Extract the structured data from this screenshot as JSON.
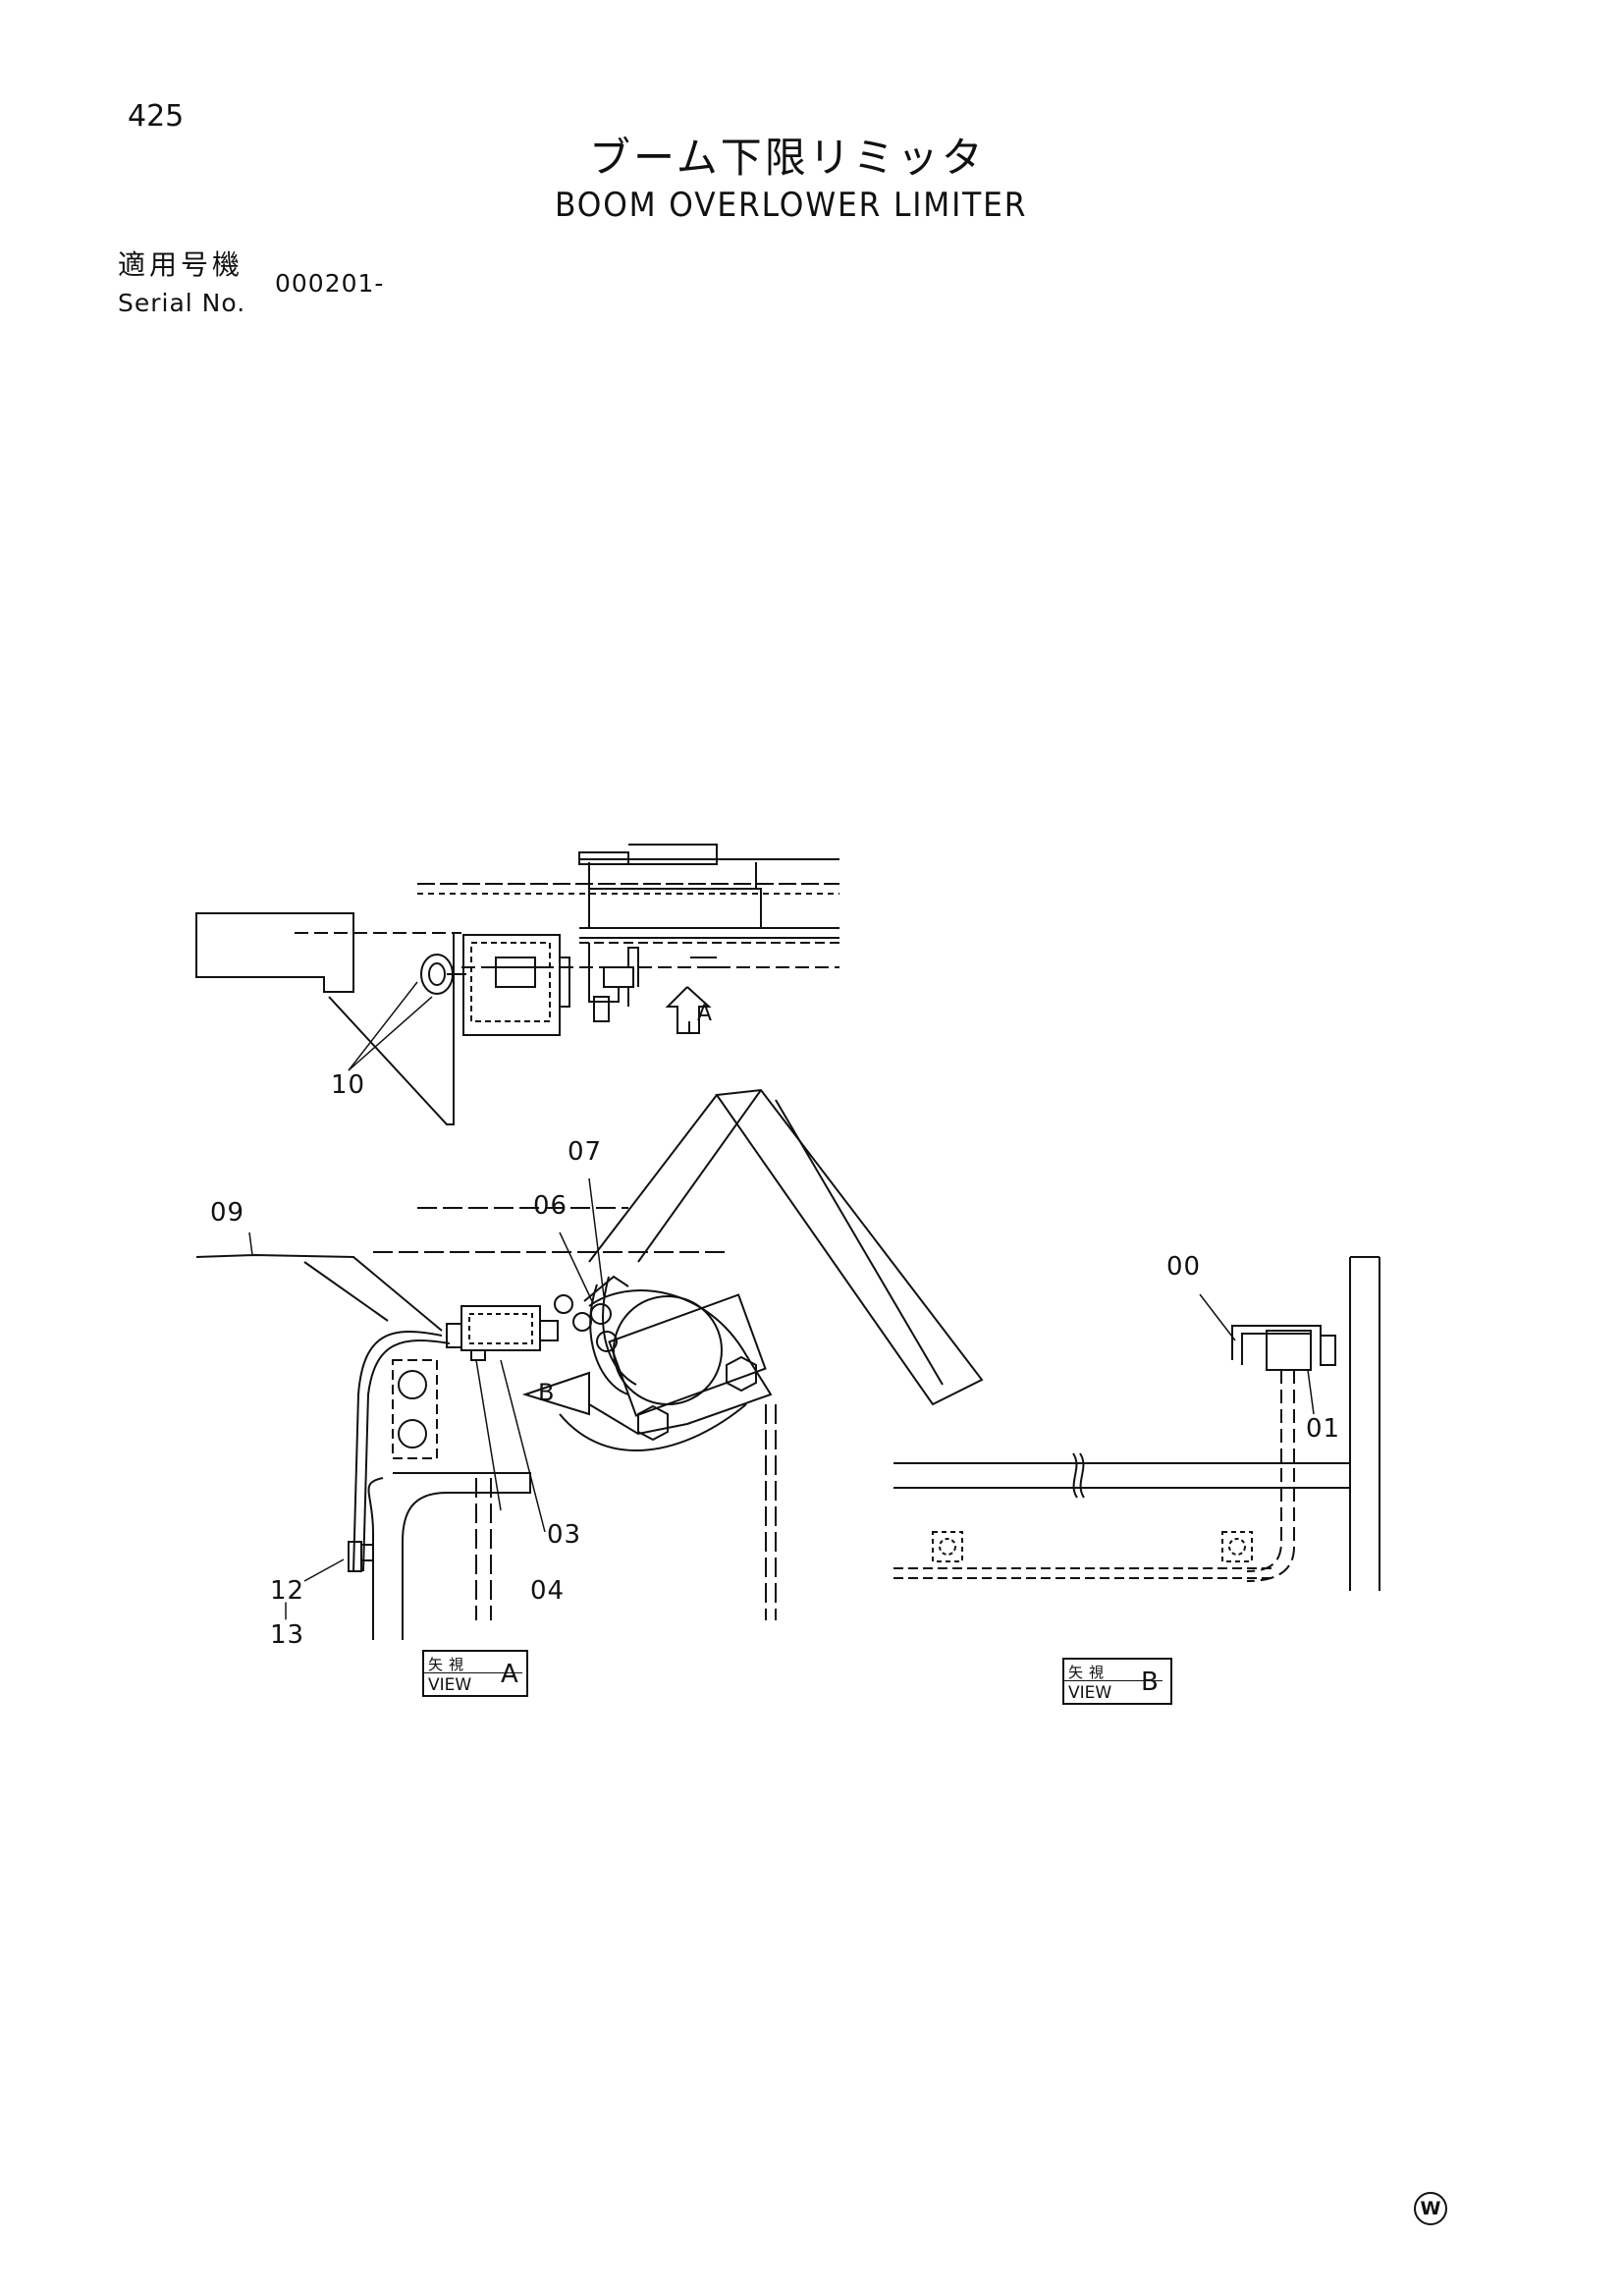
{
  "header": {
    "page_number": "425",
    "title_jp": "ブーム下限リミッタ",
    "title_en": "BOOM OVERLOWER LIMITER",
    "serial_label_jp": "適用号機",
    "serial_label_en": "Serial No.",
    "serial_value": "000201-"
  },
  "callouts": {
    "p10": "10",
    "p07": "07",
    "p06": "06",
    "p09": "09",
    "p03": "03",
    "p04": "04",
    "p12": "12",
    "p13_sep": "|",
    "p13": "13",
    "p00": "00",
    "p01": "01"
  },
  "arrows": {
    "view_a_arrow": "A",
    "view_b_arrow": "B"
  },
  "view_labels": {
    "view_a": {
      "jp": "矢視",
      "en": "VIEW",
      "letter": "A"
    },
    "view_b": {
      "jp": "矢視",
      "en": "VIEW",
      "letter": "B"
    }
  },
  "footer": {
    "mark": "W"
  }
}
